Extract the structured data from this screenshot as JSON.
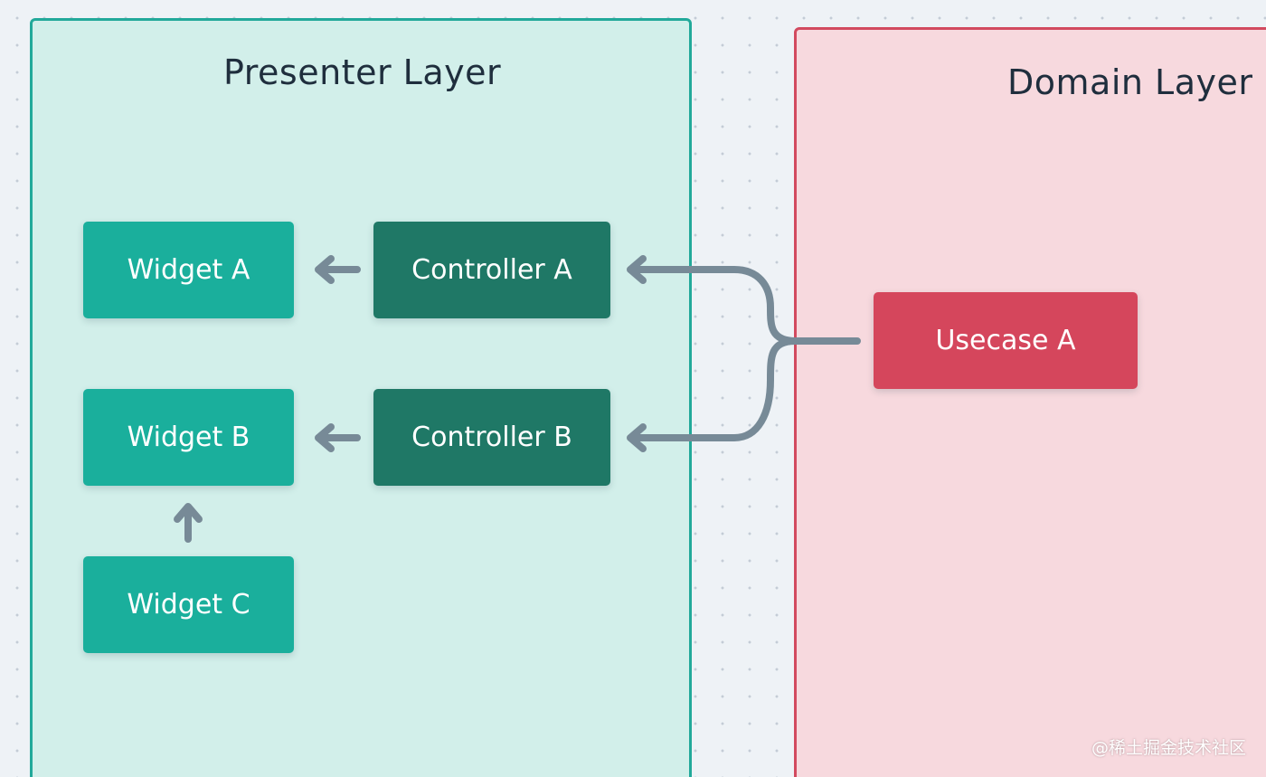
{
  "layers": {
    "presenter": {
      "title": "Presenter Layer",
      "fill": "#d2efea",
      "border": "#22a99a"
    },
    "domain": {
      "title": "Domain Layer",
      "fill": "#f7d9de",
      "border": "#d24a5f"
    }
  },
  "nodes": {
    "widget_a": "Widget A",
    "widget_b": "Widget B",
    "widget_c": "Widget C",
    "controller_a": "Controller A",
    "controller_b": "Controller B",
    "usecase_a": "Usecase A"
  },
  "edges": [
    {
      "from": "Controller A",
      "to": "Widget A"
    },
    {
      "from": "Controller B",
      "to": "Widget B"
    },
    {
      "from": "Widget C",
      "to": "Widget B"
    },
    {
      "from": "Usecase A",
      "to": "Controller A"
    },
    {
      "from": "Usecase A",
      "to": "Controller B"
    }
  ],
  "colors": {
    "widget": "#1aaf9c",
    "controller": "#1f7866",
    "usecase": "#d5465c",
    "arrow": "#778a97"
  },
  "watermark": "@稀土掘金技术社区"
}
